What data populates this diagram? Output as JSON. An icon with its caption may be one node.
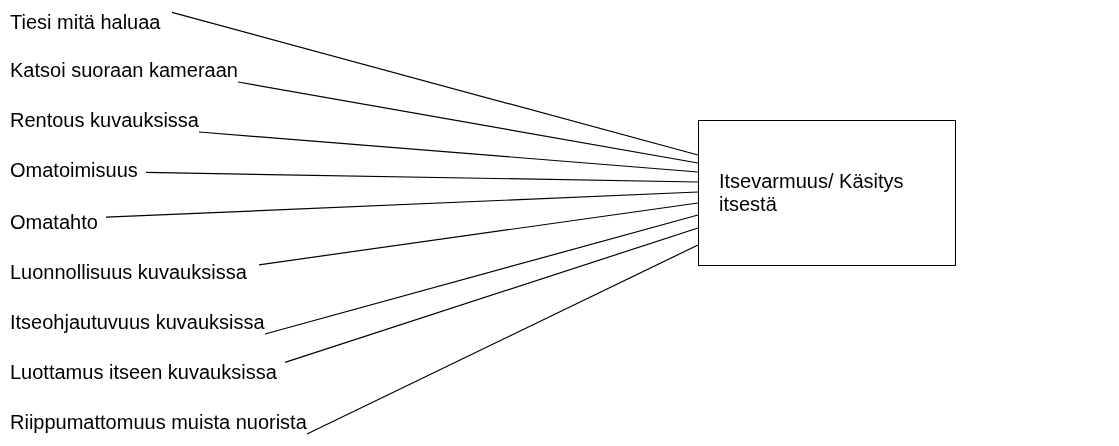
{
  "diagram": {
    "nodes": [
      {
        "text": [
          "Tiesi mitä haluaa"
        ]
      },
      {
        "text": [
          "Katsoi suoraan kameraan"
        ]
      },
      {
        "text": [
          "Rentous kuvauksissa"
        ]
      },
      {
        "text": [
          "Omatoimisuus"
        ]
      },
      {
        "text": [
          "Omatahto"
        ]
      },
      {
        "text": [
          "Luonnollisuus kuvauksissa"
        ]
      },
      {
        "text": [
          "Itseohjautuvuus kuvauksissa"
        ]
      },
      {
        "text": [
          "Luottamus itseen kuvauksissa"
        ]
      },
      {
        "text": [
          "Riippumattomuus muista nuorista"
        ]
      },
      {
        "text": [
          "Itsevarmuus/ Käsitys itsestä"
        ]
      }
    ],
    "edges": [
      {
        "from": 0,
        "to": 9,
        "arrow": "none"
      },
      {
        "from": 1,
        "to": 9,
        "arrow": "none"
      },
      {
        "from": 2,
        "to": 9,
        "arrow": "none"
      },
      {
        "from": 3,
        "to": 9,
        "arrow": "none"
      },
      {
        "from": 4,
        "to": 9,
        "arrow": "none"
      },
      {
        "from": 5,
        "to": 9,
        "arrow": "none"
      },
      {
        "from": 6,
        "to": 9,
        "arrow": "none"
      },
      {
        "from": 7,
        "to": 9,
        "arrow": "none"
      },
      {
        "from": 8,
        "to": 9,
        "arrow": "none"
      }
    ]
  }
}
